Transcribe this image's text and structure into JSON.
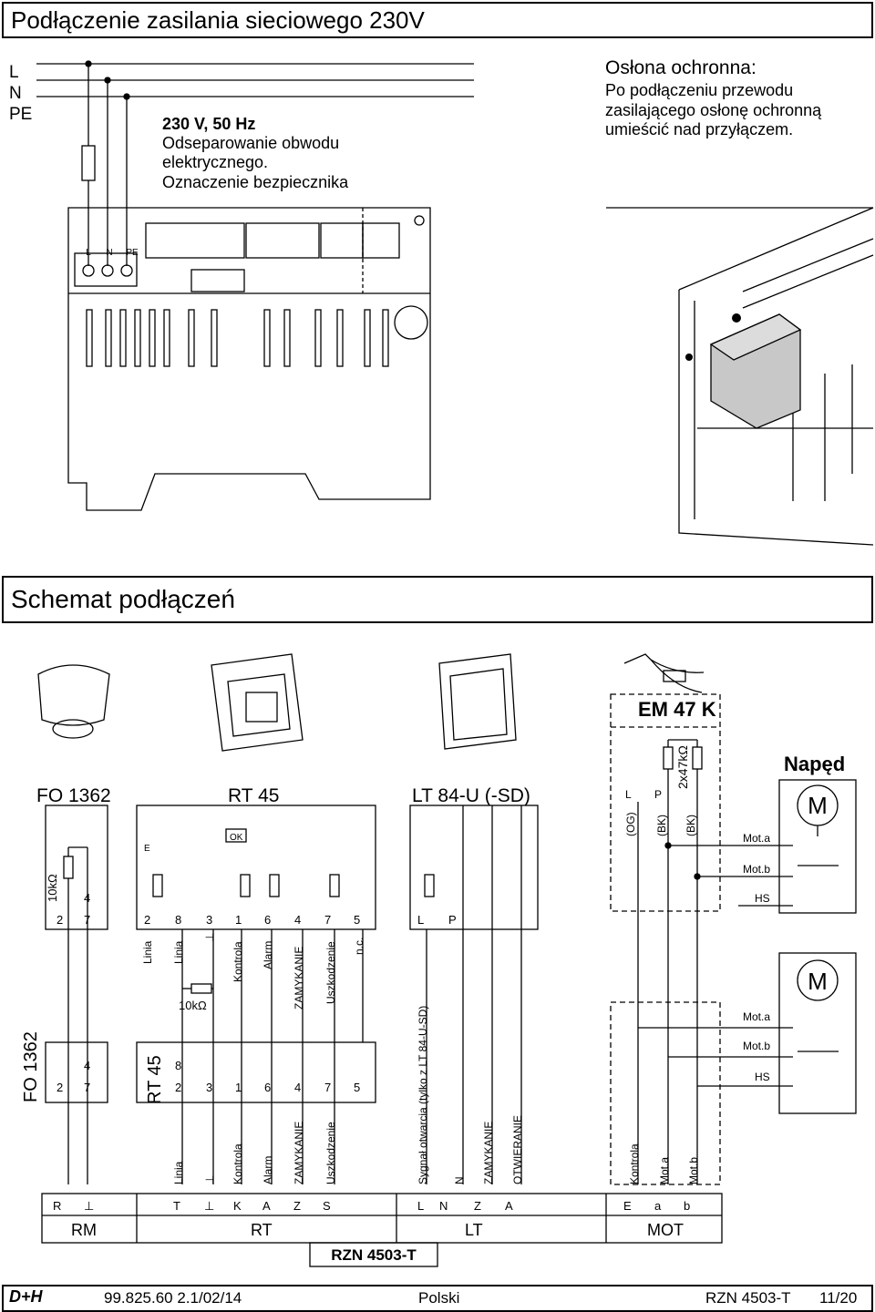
{
  "header": {
    "title": "Podłączenie zasilania sieciowego 230V"
  },
  "mains": {
    "line_labels": [
      "L",
      "N",
      "PE"
    ],
    "fuse_note": {
      "line1": "230 V, 50 Hz",
      "line2": "Odseparowanie obwodu",
      "line3": "elektrycznego.",
      "line4": "Oznaczenie bezpiecznika"
    },
    "terminal_labels": [
      "L",
      "N",
      "PE"
    ]
  },
  "cover_note": {
    "heading": "Osłona ochronna:",
    "line1": "Po podłączeniu przewodu",
    "line2": "zasilającego osłonę ochronną",
    "line3": "umieścić nad przyłączem."
  },
  "schematic": {
    "title": "Schemat podłączeń",
    "em47k": "EM 47 K",
    "resistor_2x47k": "2x47kΩ",
    "naped": "Napęd",
    "motor_symbol": "M",
    "fo1362": "FO 1362",
    "rt45": "RT 45",
    "lt84": "LT 84-U (-SD)",
    "fo_resistor": "10kΩ",
    "rt_resistor": "10kΩ",
    "em_cols": {
      "L": "L",
      "P": "P",
      "og": "(OG)",
      "bk1": "(BK)",
      "bk2": "(BK)"
    },
    "mot_labels": [
      "Mot.a",
      "Mot.b",
      "HS"
    ],
    "fo_top_terms": [
      "2",
      "7",
      "4"
    ],
    "fo_bottom_terms": [
      "2",
      "7",
      "4"
    ],
    "rt_top_terms": [
      "2",
      "8",
      "3",
      "1",
      "6",
      "4",
      "7",
      "5"
    ],
    "rt_bottom_terms": [
      "8",
      "2",
      "3",
      "1",
      "6",
      "4",
      "7",
      "5"
    ],
    "lt_terms": [
      "L",
      "P"
    ],
    "rt_ok": "OK",
    "rt_e_label": "E",
    "rt_vert_labels_top": [
      "Linia",
      "Linia",
      "⊥",
      "Kontrola",
      "Alarm",
      "ZAMYKANIE",
      "Uszkodzenie",
      "n.c."
    ],
    "lt_signal_label": "Sygnał otwarcia (tylko z LT 84-U-SD)",
    "bottom_vert_labels_rt": [
      "Linia",
      "⊥",
      "Kontrola",
      "Alarm",
      "ZAMYKANIE",
      "Uszkodzenie"
    ],
    "bottom_vert_labels_lt": [
      "N",
      "ZAMYKANIE",
      "OTWIERANIE"
    ],
    "bottom_vert_labels_mot": [
      "Kontrola",
      "Mot.a",
      "Mot.b"
    ],
    "rzn_terminals": [
      "R",
      "⊥",
      "T",
      "⊥",
      "K",
      "A",
      "Z",
      "S",
      "L",
      "N",
      "Z",
      "A",
      "E",
      "a",
      "b"
    ],
    "groups": [
      "RM",
      "RT",
      "LT",
      "MOT"
    ],
    "device": "RZN 4503-T"
  },
  "footer": {
    "logo": "D+H",
    "docnum": "99.825.60 2.1/02/14",
    "language": "Polski",
    "product": "RZN 4503-T",
    "page": "11/20"
  },
  "colors": {
    "line": "#000000",
    "cover_gray": "#c8c8c8",
    "background": "#ffffff"
  }
}
